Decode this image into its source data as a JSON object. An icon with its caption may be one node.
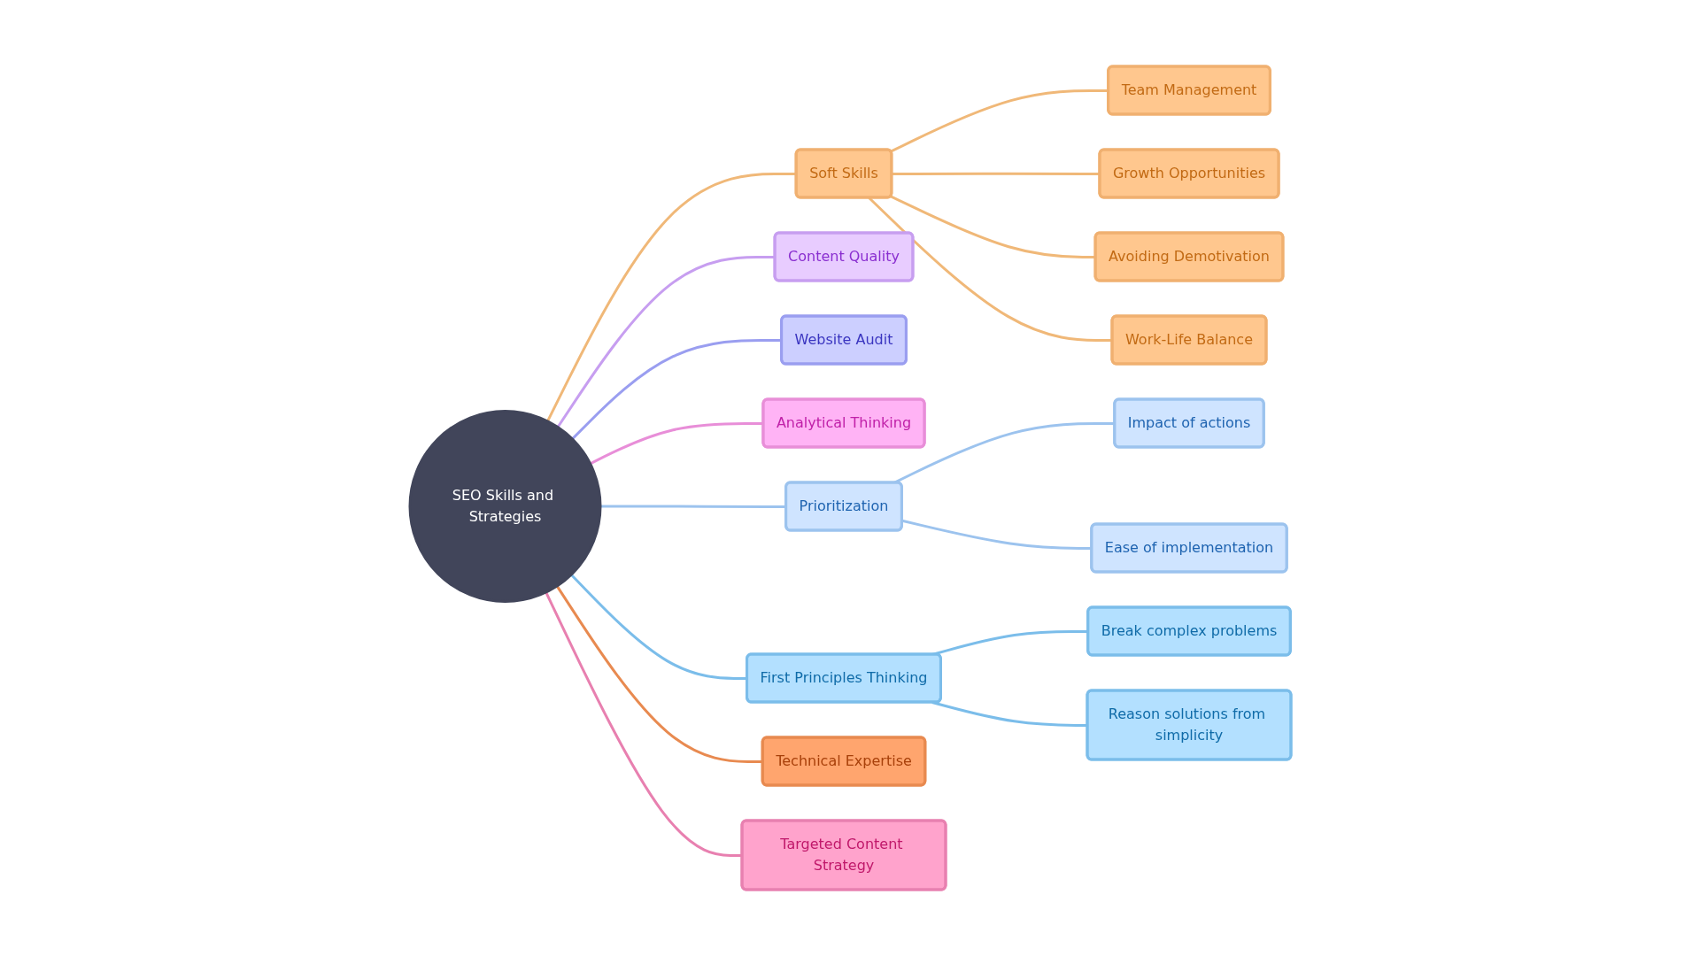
{
  "diagram": {
    "nodes": [
      {
        "text": [
          "SEO Skills and Strategies"
        ]
      },
      {
        "text": [
          "Soft Skills"
        ]
      },
      {
        "text": [
          "Team Management"
        ]
      },
      {
        "text": [
          "Growth Opportunities"
        ]
      },
      {
        "text": [
          "Avoiding Demotivation"
        ]
      },
      {
        "text": [
          "Work-Life Balance"
        ]
      },
      {
        "text": [
          "Content Quality"
        ]
      },
      {
        "text": [
          "Website Audit"
        ]
      },
      {
        "text": [
          "Analytical Thinking"
        ]
      },
      {
        "text": [
          "Prioritization"
        ]
      },
      {
        "text": [
          "Impact of actions"
        ]
      },
      {
        "text": [
          "Ease of implementation"
        ]
      },
      {
        "text": [
          "First Principles Thinking"
        ]
      },
      {
        "text": [
          "Break complex problems"
        ]
      },
      {
        "text": [
          "Reason solutions from simplicity"
        ]
      },
      {
        "text": [
          "Technical Expertise"
        ]
      },
      {
        "text": [
          "Targeted Content Strategy"
        ]
      }
    ],
    "edges": [
      {
        "from": 0,
        "to": 1,
        "arrow": "none",
        "color": "#f0b878"
      },
      {
        "from": 1,
        "to": 2,
        "arrow": "none",
        "color": "#f0b878"
      },
      {
        "from": 1,
        "to": 3,
        "arrow": "none",
        "color": "#f0b878"
      },
      {
        "from": 1,
        "to": 4,
        "arrow": "none",
        "color": "#f0b878"
      },
      {
        "from": 1,
        "to": 5,
        "arrow": "none",
        "color": "#f0b878"
      },
      {
        "from": 0,
        "to": 6,
        "arrow": "none",
        "color": "#c79ef0"
      },
      {
        "from": 0,
        "to": 7,
        "arrow": "none",
        "color": "#9a9ef0"
      },
      {
        "from": 0,
        "to": 8,
        "arrow": "none",
        "color": "#e88ed8"
      },
      {
        "from": 0,
        "to": 9,
        "arrow": "none",
        "color": "#9cc3ee"
      },
      {
        "from": 9,
        "to": 10,
        "arrow": "none",
        "color": "#9cc3ee"
      },
      {
        "from": 9,
        "to": 11,
        "arrow": "none",
        "color": "#9cc3ee"
      },
      {
        "from": 0,
        "to": 12,
        "arrow": "none",
        "color": "#7bbdea"
      },
      {
        "from": 12,
        "to": 13,
        "arrow": "none",
        "color": "#7bbdea"
      },
      {
        "from": 12,
        "to": 14,
        "arrow": "none",
        "color": "#7bbdea"
      },
      {
        "from": 0,
        "to": 15,
        "arrow": "none",
        "color": "#e88a50"
      },
      {
        "from": 0,
        "to": 16,
        "arrow": "none",
        "color": "#e880b0"
      }
    ]
  }
}
